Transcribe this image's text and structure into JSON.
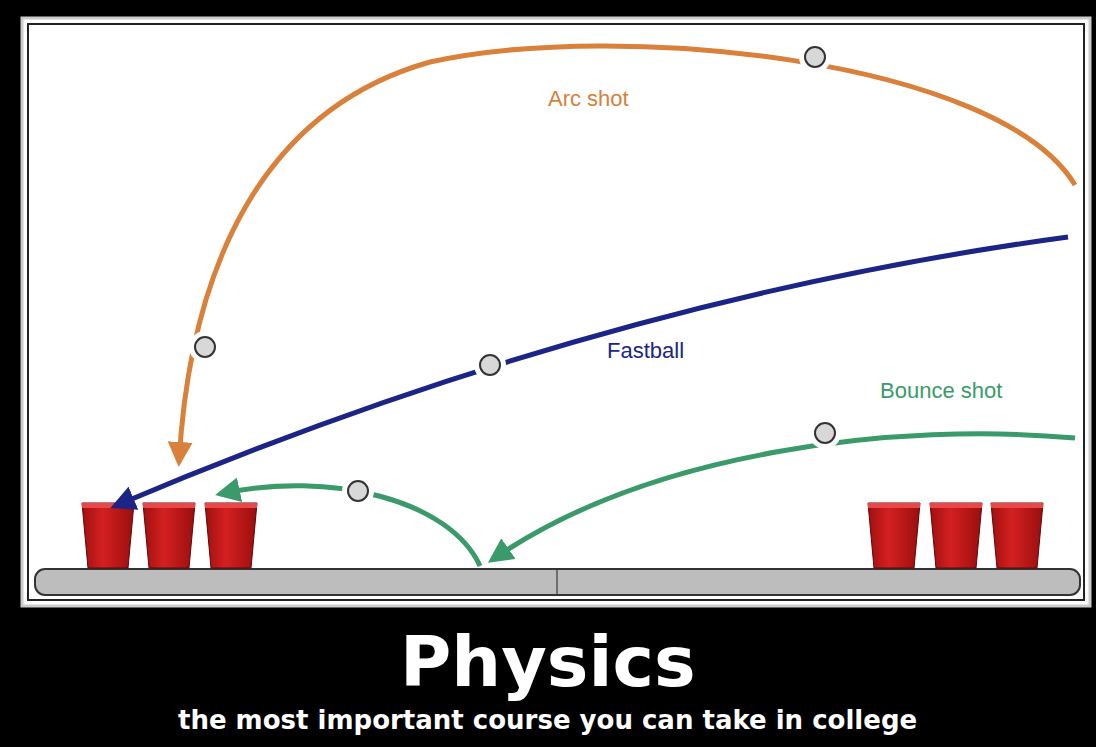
{
  "diagram": {
    "title": "Physics",
    "caption": "the most important course you can take in college",
    "labels": [
      "Arc shot",
      "Fastball",
      "Bounce shot"
    ]
  }
}
